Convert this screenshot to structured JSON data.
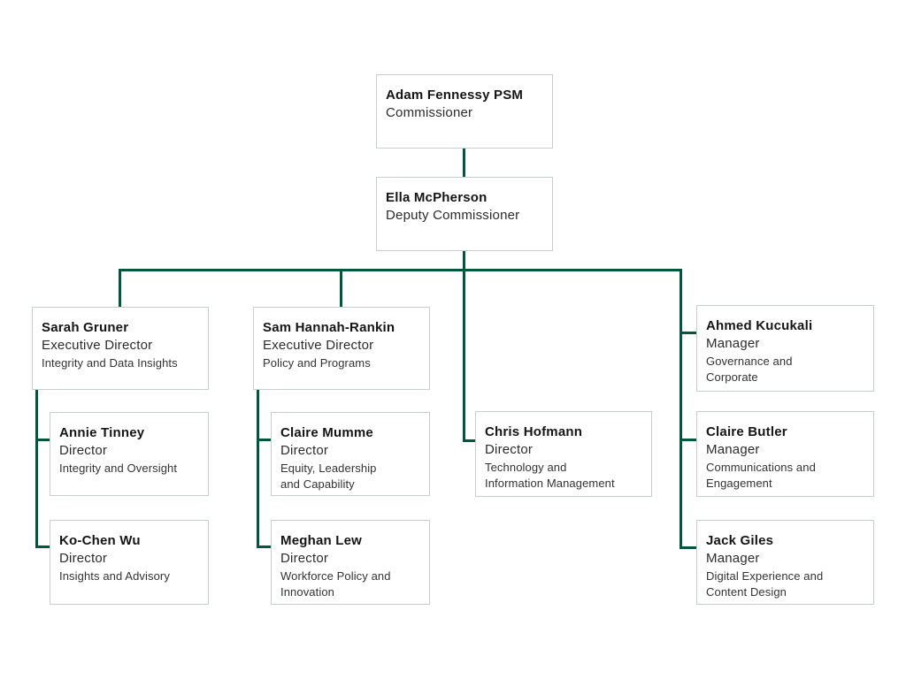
{
  "chart": {
    "type": "org-chart",
    "accent_color": "#00573D",
    "box_border_color": "#C7CFCB",
    "background_color": "#FFFFFF"
  },
  "nodes": {
    "commissioner": {
      "name": "Adam Fennessy PSM",
      "title": "Commissioner",
      "dept": ""
    },
    "deputy": {
      "name": "Ella McPherson",
      "title": "Deputy Commissioner",
      "dept": ""
    },
    "gruner": {
      "name": "Sarah Gruner",
      "title": "Executive Director",
      "dept": "Integrity and Data Insights"
    },
    "hannah": {
      "name": "Sam Hannah-Rankin",
      "title": "Executive Director",
      "dept": "Policy and Programs"
    },
    "kucukali": {
      "name": "Ahmed Kucukali",
      "title": "Manager",
      "dept": "Governance and\nCorporate"
    },
    "tinney": {
      "name": "Annie Tinney",
      "title": "Director",
      "dept": "Integrity and Oversight"
    },
    "mumme": {
      "name": "Claire Mumme",
      "title": "Director",
      "dept": "Equity, Leadership\nand Capability"
    },
    "hofmann": {
      "name": "Chris Hofmann",
      "title": "Director",
      "dept": "Technology and\nInformation Management"
    },
    "butler": {
      "name": "Claire Butler",
      "title": "Manager",
      "dept": "Communications and\nEngagement"
    },
    "wu": {
      "name": "Ko-Chen Wu",
      "title": "Director",
      "dept": "Insights and Advisory"
    },
    "lew": {
      "name": "Meghan Lew",
      "title": "Director",
      "dept": "Workforce Policy and\nInnovation"
    },
    "giles": {
      "name": "Jack Giles",
      "title": "Manager",
      "dept": "Digital Experience and\nContent Design"
    }
  }
}
